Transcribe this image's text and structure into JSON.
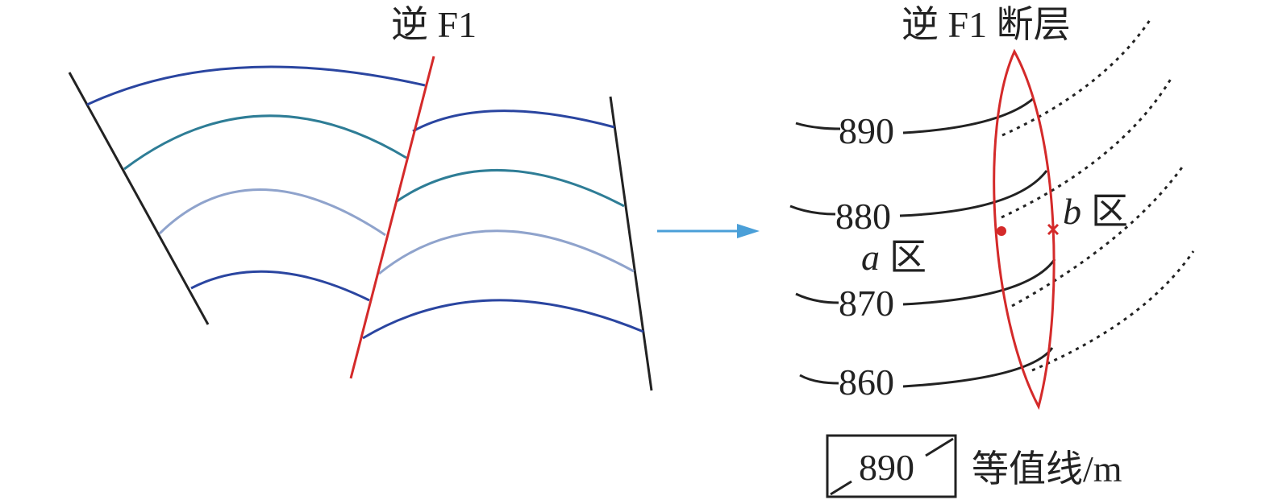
{
  "left_panel": {
    "fault_label": "逆 F1"
  },
  "arrow": {
    "color": "#4a9fd8"
  },
  "right_panel": {
    "fault_label": "逆 F1 断层",
    "contours": [
      {
        "value": "890"
      },
      {
        "value": "880"
      },
      {
        "value": "870"
      },
      {
        "value": "860"
      }
    ],
    "zone_a": {
      "letter": "a",
      "text": "区"
    },
    "zone_b": {
      "letter": "b",
      "text": "区"
    }
  },
  "legend": {
    "sample_value": "890",
    "description": "等值线/m"
  },
  "colors": {
    "fault": "#d42a2a",
    "boundary": "#222222",
    "layer_dark": "#2a45a0",
    "layer_teal": "#2e7d96",
    "layer_light": "#8fa3cc",
    "contour": "#222222"
  }
}
